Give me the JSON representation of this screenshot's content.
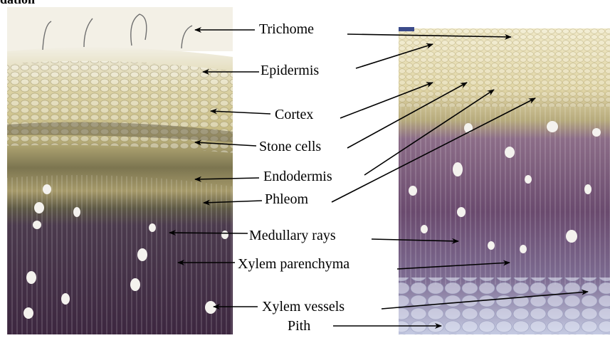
{
  "header_fragment": "dation",
  "labels": {
    "trichome": "Trichome",
    "epidermis": "Epidermis",
    "cortex": "Cortex",
    "stone_cells": "Stone cells",
    "endodermis": "Endodermis",
    "phleom": "Phleom",
    "medullary_rays": "Medullary rays",
    "xylem_parenchyma": "Xylem parenchyma",
    "xylem_vessels": "Xylem vessels",
    "pith": "Pith"
  },
  "colors": {
    "cortex_yellow": "#d9cf9c",
    "stone_cell_band": "#6e6648",
    "xylem_purple": "#5a3a58",
    "pith_blue": "#b9bfd8",
    "arrow": "#000000"
  }
}
